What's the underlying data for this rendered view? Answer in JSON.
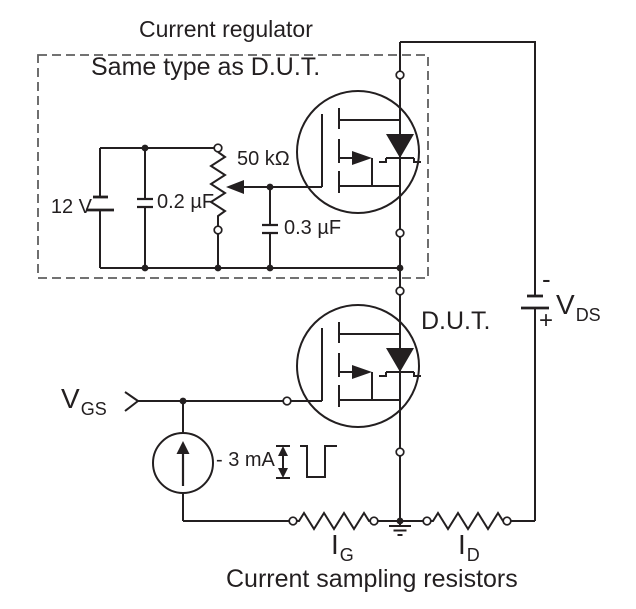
{
  "diagram": {
    "title": "Current regulator",
    "subtitle": "Same type as D.U.T.",
    "caption": "Current sampling resistors",
    "components": {
      "supply_battery": "12 V",
      "filter_cap_1": "0.2 µF",
      "potentiometer": "50 kΩ",
      "filter_cap_2": "0.3 µF",
      "dut": "D.U.T.",
      "gate_current_source": "- 3 mA",
      "vds_source": {
        "symbol": "V",
        "sub": "DS",
        "minus": "-",
        "plus": "+"
      },
      "vgs_input": {
        "symbol": "V",
        "sub": "GS"
      },
      "gate_sense_resistor": {
        "symbol": "I",
        "sub": "G"
      },
      "drain_sense_resistor": {
        "symbol": "I",
        "sub": "D"
      }
    },
    "colors": {
      "line": "#231f20",
      "text": "#231f20",
      "dashed_box": "#5f5f5f",
      "background": "#ffffff"
    }
  }
}
